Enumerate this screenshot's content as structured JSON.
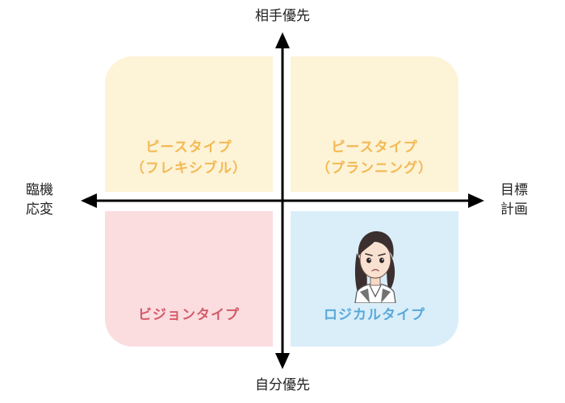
{
  "axes": {
    "top": "相手優先",
    "bottom": "自分優先",
    "left_line1": "臨機",
    "left_line2": "応変",
    "right_line1": "目標",
    "right_line2": "計画"
  },
  "quadrants": {
    "top_left": {
      "line1": "ピースタイプ",
      "line2": "（フレキシブル）",
      "color": "#fdf3d6",
      "text_color": "#f3b954"
    },
    "top_right": {
      "line1": "ピースタイプ",
      "line2": "（プランニング）",
      "color": "#fdf3d6",
      "text_color": "#f3b954"
    },
    "bottom_left": {
      "line1": "ビジョンタイプ",
      "color": "#fbdde0",
      "text_color": "#d35b6a"
    },
    "bottom_right": {
      "line1": "ロジカルタイプ",
      "color": "#d9eef9",
      "text_color": "#58a8db"
    }
  }
}
